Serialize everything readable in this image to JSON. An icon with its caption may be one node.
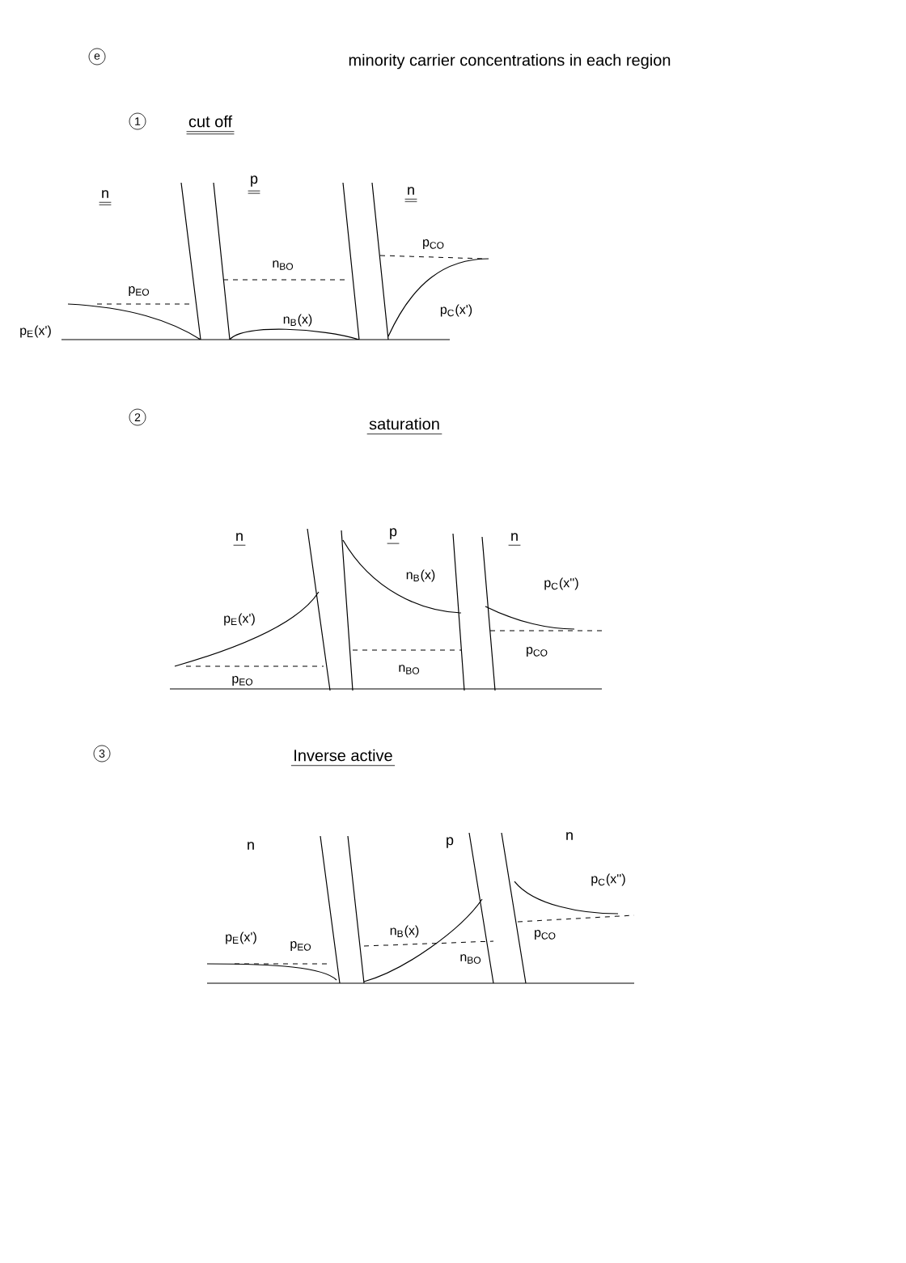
{
  "diagram": {
    "labels": [
      "e",
      "minority carrier concentrations in each region",
      "1",
      "cut off",
      "n",
      "p",
      "n",
      "p$_{CO}$",
      "n$_{BO}$",
      "p$_{EO}$",
      "n$_{B}$(x)",
      "p$_{C}$(x')",
      "p$_{E}$(x')",
      "2",
      "saturation",
      "n",
      "p",
      "n",
      "n$_{B}$(x)",
      "p$_{C}$(x'')",
      "p$_{E}$(x')",
      "p$_{CO}$",
      "n$_{BO}$",
      "p$_{EO}$",
      "3",
      "Inverse active",
      "n",
      "p",
      "n",
      "p$_{C}$(x'')",
      "p$_{E}$(x')",
      "p$_{EO}$",
      "n$_{B}$(x)",
      "p$_{CO}$",
      "n$_{BO}$"
    ]
  }
}
